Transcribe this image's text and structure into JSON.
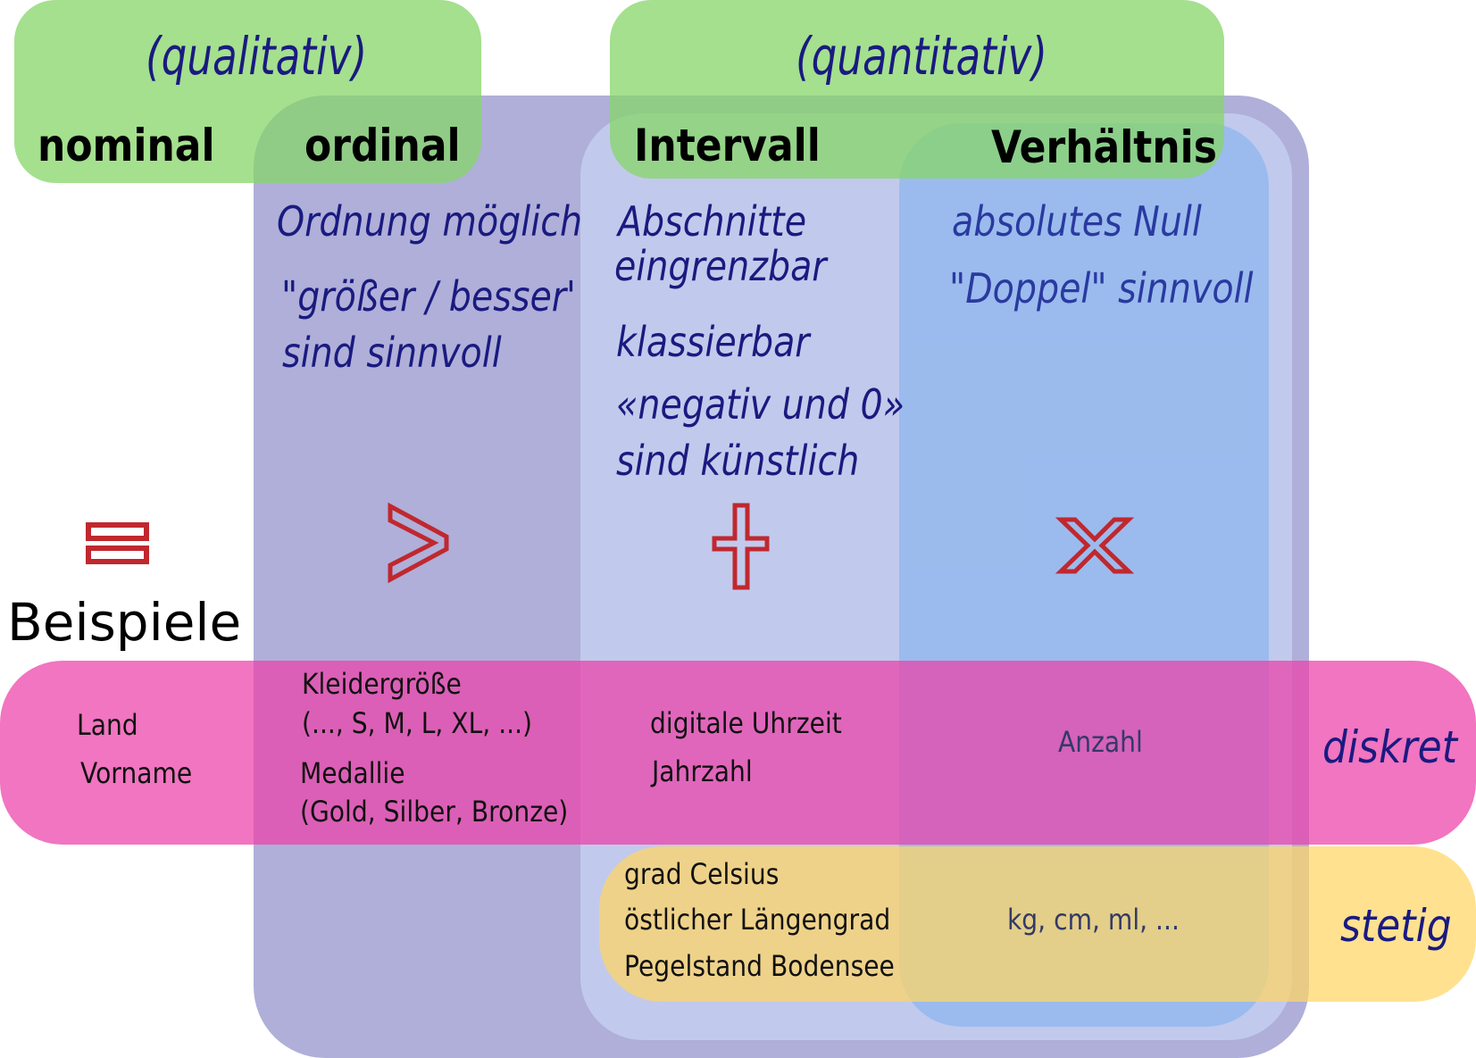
{
  "groups": {
    "qualitative": "(qualitativ)",
    "quantitative": "(quantitativ)"
  },
  "levels": {
    "nominal": "nominal",
    "ordinal": "ordinal",
    "interval": "Intervall",
    "ratio": "Verhältnis"
  },
  "properties": {
    "ordinal": [
      "Ordnung möglich",
      "\"größer / besser'",
      "sind sinnvoll"
    ],
    "interval": [
      "Abschnitte",
      "eingrenzbar",
      "klassierbar",
      "«negativ und 0»",
      "sind  künstlich"
    ],
    "ratio": [
      "absolutes Null",
      "\"Doppel\" sinnvoll"
    ]
  },
  "symbols": {
    "nominal": "equals-icon",
    "ordinal": "greater-than-icon",
    "interval": "plus-icon",
    "ratio": "times-icon",
    "color": "#c0282e"
  },
  "examples_heading": "Beispiele",
  "bands": {
    "discrete": "diskret",
    "continuous": "stetig"
  },
  "examples": {
    "discrete": {
      "nominal": [
        "Land",
        "Vorname"
      ],
      "ordinal": [
        "Kleidergröße",
        "(..., S, M, L, XL, ...)",
        "Medallie",
        "(Gold, Silber, Bronze)"
      ],
      "interval": [
        "digitale Uhrzeit",
        "Jahrzahl"
      ],
      "ratio": [
        "Anzahl"
      ]
    },
    "continuous": {
      "interval": [
        "grad Celsius",
        "östlicher Längengrad",
        "Pegelstand Bodensee"
      ],
      "ratio": [
        "kg, cm, ml, ..."
      ]
    }
  },
  "colors": {
    "qualitative_quantitative": "#8fd872",
    "ordinal_region": "#8484c4",
    "interval_region": "#c2cdf0",
    "ratio_region": "#8cb8ee",
    "discrete_band": "#ee4eae",
    "continuous_band": "#ffd86a"
  }
}
